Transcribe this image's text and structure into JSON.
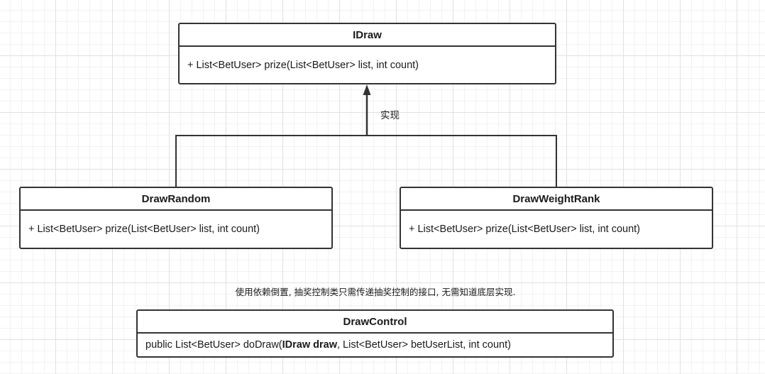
{
  "diagram": {
    "interface_box": {
      "title": "IDraw",
      "method": "+ List<BetUser> prize(List<BetUser> list, int count)"
    },
    "relation_label": "实现",
    "random_box": {
      "title": "DrawRandom",
      "method": "+ List<BetUser> prize(List<BetUser> list, int count)"
    },
    "weight_rank_box": {
      "title": "DrawWeightRank",
      "method": "+ List<BetUser> prize(List<BetUser> list, int count)"
    },
    "note": "使用依赖倒置, 抽奖控制类只需传递抽奖控制的接口, 无需知道底层实现.",
    "control_box": {
      "title": "DrawControl",
      "method_prefix": "public List<BetUser> doDraw(",
      "method_bold_param": "IDraw draw",
      "method_suffix": ", List<BetUser> betUserList, int count)"
    }
  },
  "colors": {
    "border": "#333333",
    "background": "#ffffff",
    "grid_major": "#e1e1e1",
    "grid_minor": "#f2f2f2"
  }
}
